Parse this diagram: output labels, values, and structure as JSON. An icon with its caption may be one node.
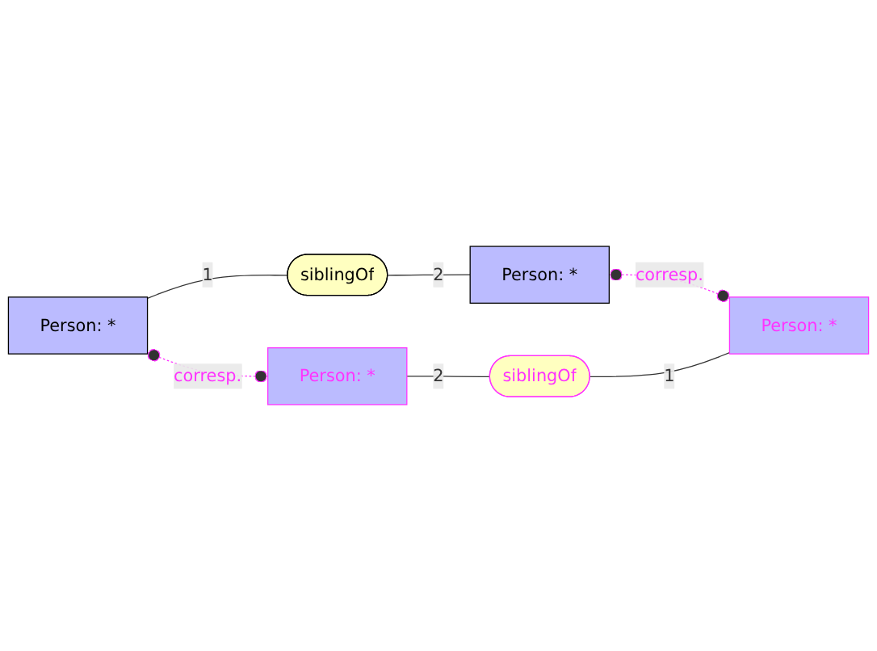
{
  "diagram": {
    "nodes": [
      {
        "text": [
          "Person: *"
        ]
      },
      {
        "text": [
          "siblingOf"
        ]
      },
      {
        "text": [
          "Person: *"
        ]
      },
      {
        "text": [
          "Person: *"
        ]
      },
      {
        "text": [
          "siblingOf"
        ]
      },
      {
        "text": [
          "Person: *"
        ]
      }
    ],
    "edges": [
      {
        "from": 0,
        "to": 1,
        "arrow": "none",
        "label": "1"
      },
      {
        "from": 1,
        "to": 2,
        "arrow": "none",
        "label": "2"
      },
      {
        "from": 0,
        "to": 3,
        "arrow": "other",
        "label": "corresp.",
        "style": "dashed",
        "color": "#ff33ff"
      },
      {
        "from": 2,
        "to": 5,
        "arrow": "other",
        "label": "corresp.",
        "style": "dashed",
        "color": "#ff33ff"
      },
      {
        "from": 3,
        "to": 4,
        "arrow": "none",
        "label": "2"
      },
      {
        "from": 4,
        "to": 5,
        "arrow": "none",
        "label": "1"
      }
    ]
  }
}
